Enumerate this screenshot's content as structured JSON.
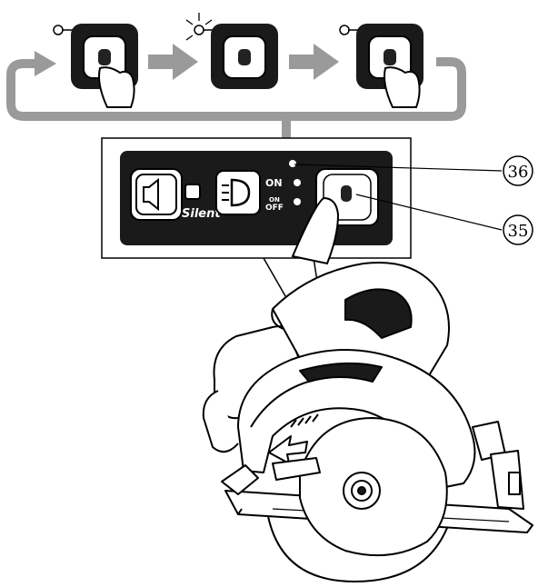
{
  "panel": {
    "silent_label": "Silent",
    "light_on_label": "ON",
    "light_offon_label": "ON",
    "light_off_label": "OFF"
  },
  "callouts": {
    "indicator": "36",
    "wireless_button": "35"
  },
  "icons": {
    "top_buttons": [
      "wireless-activation-button-icon",
      "wireless-activation-button-icon",
      "wireless-activation-button-icon"
    ],
    "lamp_states": [
      "lamp-off-icon",
      "lamp-blinking-icon",
      "lamp-off-icon"
    ],
    "cycle_arrows": [
      "arrow-right-icon",
      "arrow-right-icon",
      "loop-arrow-icon"
    ],
    "panel_buttons": [
      "silent-mode-button-icon",
      "light-button-icon",
      "wireless-activation-button-icon"
    ],
    "tool": "circular-saw-icon",
    "finger": "finger-press-icon"
  }
}
